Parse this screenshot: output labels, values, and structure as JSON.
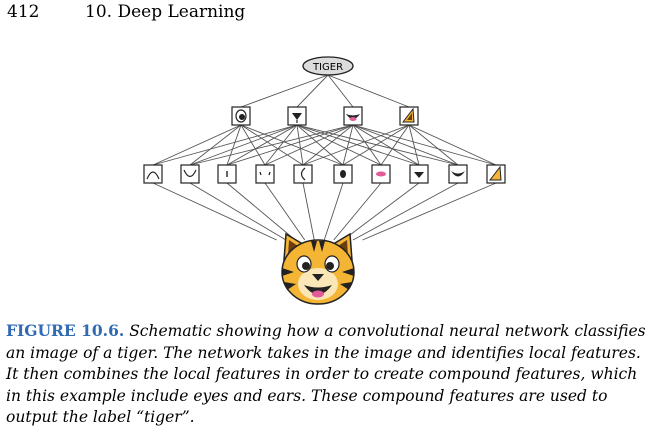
{
  "header": {
    "page_number": "412",
    "chapter": "10. Deep Learning"
  },
  "figure": {
    "output_label": "TIGER"
  },
  "caption": {
    "label": "FIGURE 10.6.",
    "text": "Schematic showing how a convolutional neural network classifies an image of a tiger. The network takes in the image and identifies local features. It then combines the local features in order to create compound features, which in this example include eyes and ears. These compound features are used to output the label “tiger”."
  }
}
